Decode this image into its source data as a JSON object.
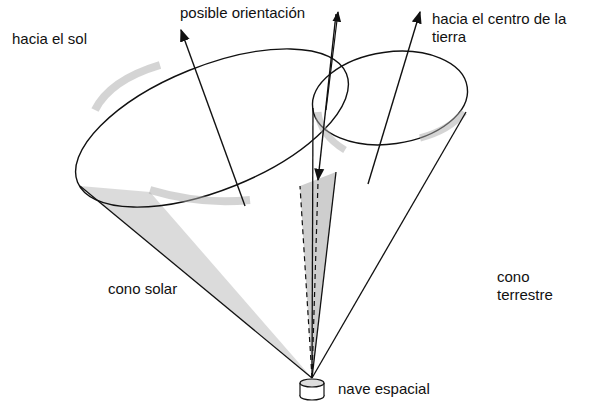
{
  "diagram": {
    "labels": [
      "posible orientación",
      "hacia el sol",
      "hacia el centro de la tierra",
      "cono solar",
      "cono terrestre",
      "nave espacial"
    ]
  }
}
